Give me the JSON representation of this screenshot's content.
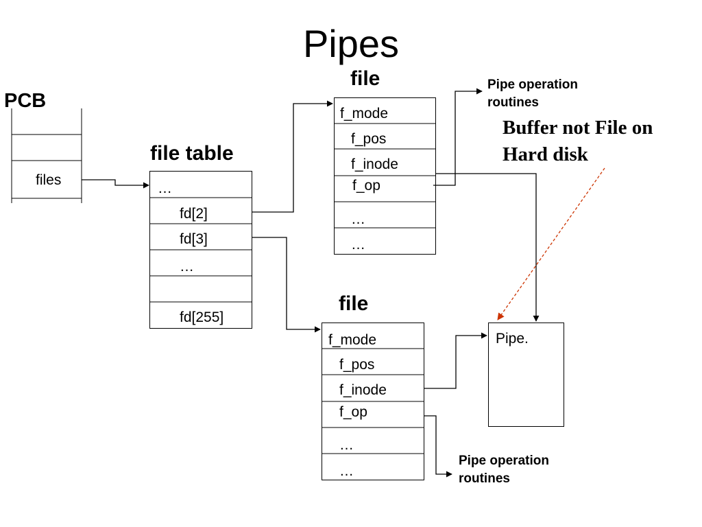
{
  "title": "Pipes",
  "pcb": {
    "label": "PCB",
    "files_label": "files"
  },
  "file_table": {
    "heading": "file table",
    "rows": [
      "…",
      "fd[2]",
      "fd[3]",
      "…",
      "",
      "fd[255]"
    ]
  },
  "file_top": {
    "heading": "file",
    "rows": [
      "f_mode",
      "f_pos",
      "f_inode",
      "f_op",
      "…",
      "…"
    ]
  },
  "file_bottom": {
    "heading": "file",
    "rows": [
      "f_mode",
      "f_pos",
      "f_inode",
      "f_op",
      "…",
      "…"
    ]
  },
  "pipe": {
    "label": "Pipe."
  },
  "routines_top": {
    "line1": "Pipe operation",
    "line2": "routines"
  },
  "routines_bottom": {
    "line1": "Pipe operation",
    "line2": "routines"
  },
  "buffer_note": {
    "line1": "Buffer not File on",
    "line2": "Hard disk"
  },
  "colors": {
    "note_arrow": "#cc3300",
    "lines": "#000000"
  }
}
